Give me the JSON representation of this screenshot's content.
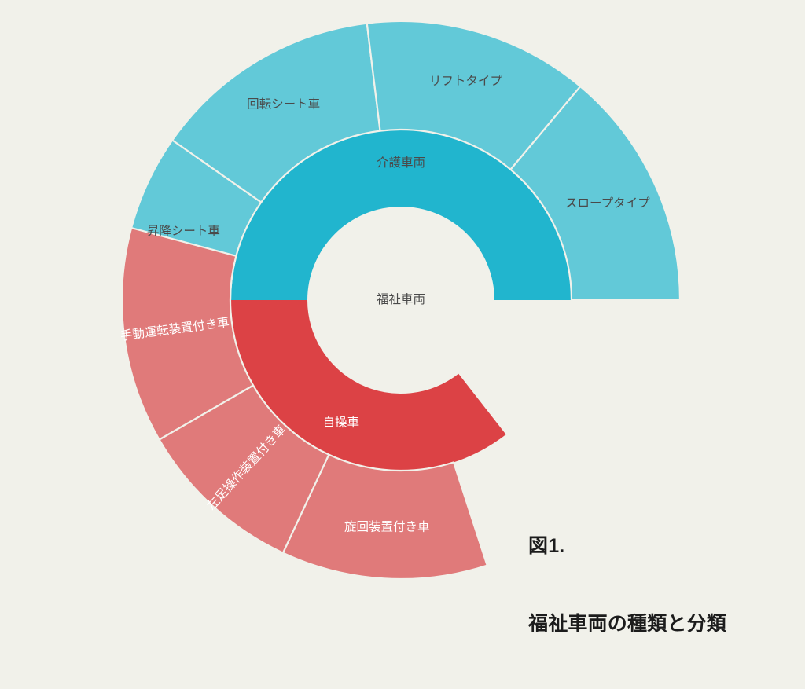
{
  "figure": {
    "caption_number": "図1.",
    "caption_title": "福祉車両の種類と分類",
    "background_color": "#f1f1ea"
  },
  "chart_data": {
    "type": "pie",
    "subtype": "sunburst",
    "title": "福祉車両の種類と分類",
    "center_label": "福祉車両",
    "legend": "none",
    "grid": false,
    "total_degrees_used": 342,
    "geometry": {
      "center_x": 510,
      "center_y": 382,
      "inner_radius": 119,
      "mid_radius": 217,
      "outer_radius": 355,
      "start_angle_deg": -90,
      "note": "angles measured clockwise from 12 o'clock"
    },
    "colors": {
      "care_inner": "#21b5ce",
      "care_outer": "#62c9d8",
      "self_inner": "#dc4245",
      "self_outer": "#e07a7a",
      "divider": "#f1f1ea",
      "label_dark": "#4a4a4a",
      "label_light": "#ffffff"
    },
    "root": {
      "label": "福祉車両",
      "value": 100
    },
    "series": [
      {
        "name": "介護車両",
        "color": "#21b5ce",
        "child_color": "#62c9d8",
        "value": 50,
        "start_deg": -90,
        "end_deg": 90,
        "children": [
          {
            "label": "昇降シート車",
            "value": 12.5,
            "start_deg": -90,
            "end_deg": -55,
            "label_rotated": false
          },
          {
            "label": "回転シート車",
            "value": 13.2,
            "start_deg": -55,
            "end_deg": -7,
            "label_rotated": false
          },
          {
            "label": "リフトタイプ",
            "value": 13.2,
            "start_deg": -7,
            "end_deg": 40,
            "label_rotated": false
          },
          {
            "label": "スロープタイプ",
            "value": 11.1,
            "start_deg": 40,
            "end_deg": 90,
            "label_rotated": false
          }
        ]
      },
      {
        "name": "自操車",
        "color": "#dc4245",
        "child_color": "#e07a7a",
        "value": 45,
        "start_deg": 142,
        "end_deg": 270,
        "children": [
          {
            "label": "旋回装置付き車",
            "value": 13.0,
            "start_deg": 162,
            "end_deg": 205,
            "label_rotated": false
          },
          {
            "label": "左足操作装置付き車",
            "value": 13.0,
            "start_deg": 205,
            "end_deg": 240,
            "label_rotated": true
          },
          {
            "label": "手動運転装置付き車",
            "value": 13.0,
            "start_deg": 240,
            "end_deg": 285,
            "label_rotated": true
          }
        ]
      }
    ]
  }
}
